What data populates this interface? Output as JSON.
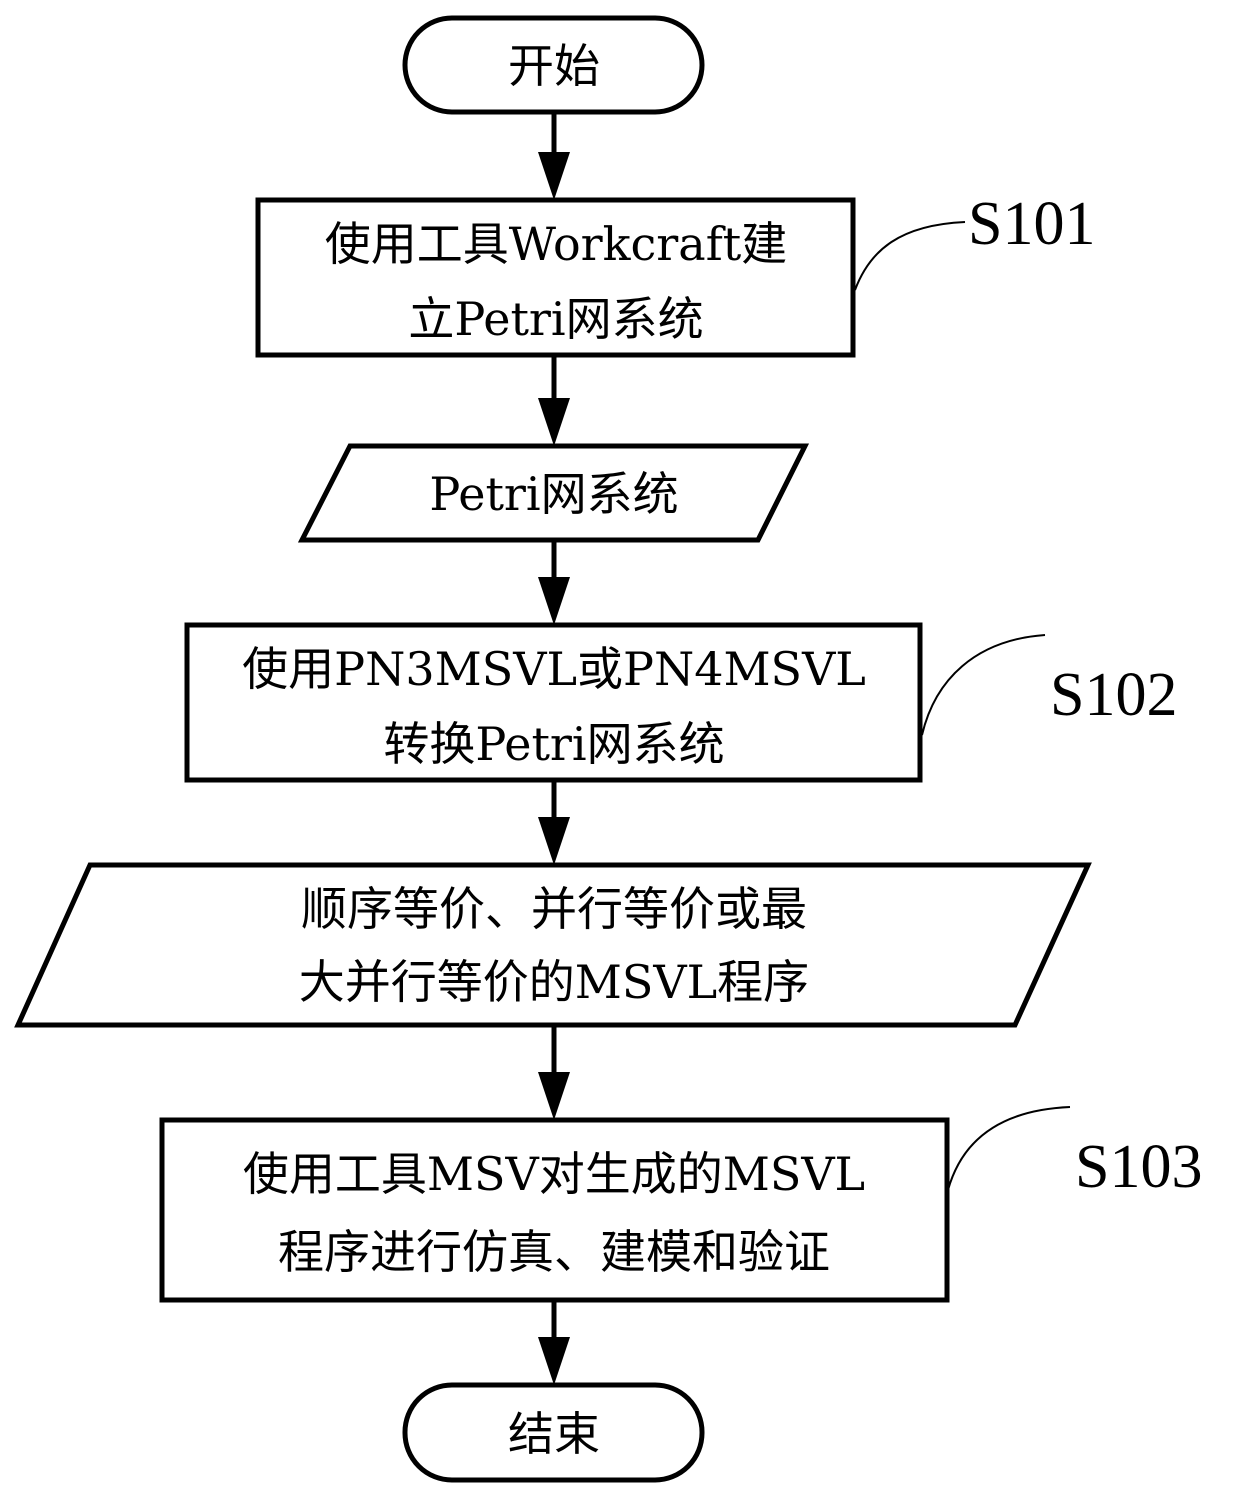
{
  "diagram": {
    "type": "flowchart",
    "nodes": [
      {
        "id": "start",
        "shape": "terminator",
        "lines": [
          "开始"
        ]
      },
      {
        "id": "s101",
        "shape": "process",
        "step": "S101",
        "lines": [
          "使用工具Workcraft建",
          "立Petri网系统"
        ]
      },
      {
        "id": "io1",
        "shape": "data",
        "lines": [
          "Petri网系统"
        ]
      },
      {
        "id": "s102",
        "shape": "process",
        "step": "S102",
        "lines": [
          "使用PN3MSVL或PN4MSVL",
          "转换Petri网系统"
        ]
      },
      {
        "id": "io2",
        "shape": "data",
        "lines": [
          "顺序等价、并行等价或最",
          "大并行等价的MSVL程序"
        ]
      },
      {
        "id": "s103",
        "shape": "process",
        "step": "S103",
        "lines": [
          "使用工具MSV对生成的MSVL",
          "程序进行仿真、建模和验证"
        ]
      },
      {
        "id": "end",
        "shape": "terminator",
        "lines": [
          "结束"
        ]
      }
    ],
    "edges": [
      {
        "from": "start",
        "to": "s101"
      },
      {
        "from": "s101",
        "to": "io1"
      },
      {
        "from": "io1",
        "to": "s102"
      },
      {
        "from": "s102",
        "to": "io2"
      },
      {
        "from": "io2",
        "to": "s103"
      },
      {
        "from": "s103",
        "to": "end"
      }
    ],
    "colors": {
      "stroke": "#000000",
      "fill": "#ffffff",
      "text": "#000000"
    }
  }
}
